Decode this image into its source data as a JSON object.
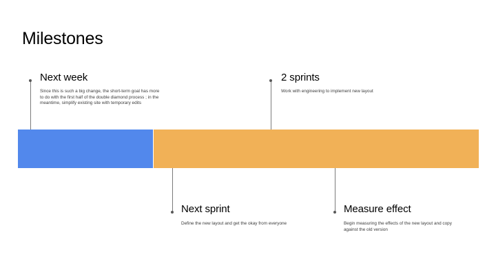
{
  "slide": {
    "title": "Milestones"
  },
  "colors": {
    "blue_phase": "#5288ec",
    "orange_phase": "#f1b157"
  },
  "milestones": [
    {
      "title": "Next week",
      "description": "Since this is such a big change, the short-term goal has more to do with the first half of the double diamond process ; in the meantime, simplify existing site with temporary edits"
    },
    {
      "title": "2 sprints",
      "description": "Work with engineering to implement new layout"
    },
    {
      "title": "Next sprint",
      "description": "Define the new layout and get the okay from everyone"
    },
    {
      "title": "Measure effect",
      "description": "Begin measuring the effects of the new layout and copy against the old version"
    }
  ]
}
